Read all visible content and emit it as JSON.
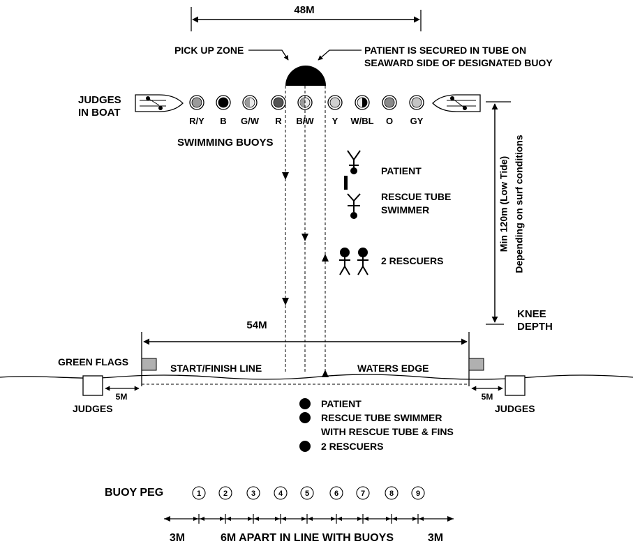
{
  "dimensions": {
    "top_width": "48M",
    "beach_width": "54M",
    "side_gap_left": "5M",
    "side_gap_right": "5M",
    "distance_line1": "Min 120m (Low Tide)",
    "distance_line2": "Depending on surf conditions",
    "peg_end_left": "3M",
    "peg_spacing": "6M APART IN LINE WITH BUOYS",
    "peg_end_right": "3M"
  },
  "labels": {
    "pick_up_zone": "PICK UP ZONE",
    "patient_secured_line1": "PATIENT IS SECURED IN TUBE ON",
    "patient_secured_line2": "SEAWARD SIDE OF DESIGNATED BUOY",
    "judges_in_boat_line1": "JUDGES",
    "judges_in_boat_line2": "IN BOAT",
    "swimming_buoys": "SWIMMING BUOYS",
    "knee_depth_line1": "KNEE",
    "knee_depth_line2": "DEPTH",
    "green_flags": "GREEN FLAGS",
    "start_finish_line": "START/FINISH LINE",
    "waters_edge": "WATERS EDGE",
    "judges_left": "JUDGES",
    "judges_right": "JUDGES",
    "buoy_peg": "BUOY PEG"
  },
  "buoys": [
    {
      "code": "R/Y",
      "fill": "#9a9a9a",
      "style": "solid"
    },
    {
      "code": "B",
      "fill": "#000000",
      "style": "solid"
    },
    {
      "code": "G/W",
      "fill": "#9a9a9a",
      "style": "half"
    },
    {
      "code": "R",
      "fill": "#555555",
      "style": "solid"
    },
    {
      "code": "B/W",
      "fill": "#9a9a9a",
      "style": "half"
    },
    {
      "code": "Y",
      "fill": "#d0d0d0",
      "style": "solid"
    },
    {
      "code": "W/BL",
      "fill": "#000000",
      "style": "half-right"
    },
    {
      "code": "O",
      "fill": "#8a8a8a",
      "style": "solid"
    },
    {
      "code": "GY",
      "fill": "#c4c4c4",
      "style": "solid"
    }
  ],
  "legend_upper": [
    {
      "text": "PATIENT"
    },
    {
      "text_line1": "RESCUE TUBE",
      "text_line2": "SWIMMER"
    },
    {
      "text": "2 RESCUERS"
    }
  ],
  "legend_lower": [
    {
      "text": "PATIENT"
    },
    {
      "text_line1": "RESCUE TUBE SWIMMER",
      "text_line2": "WITH RESCUE TUBE & FINS"
    },
    {
      "text": "2 RESCUERS"
    }
  ],
  "pegs": [
    "1",
    "2",
    "3",
    "4",
    "5",
    "6",
    "7",
    "8",
    "9"
  ],
  "colors": {
    "ink": "#000000",
    "flag": "#b0b0b0",
    "buoy_light": "#e8e8e8"
  }
}
